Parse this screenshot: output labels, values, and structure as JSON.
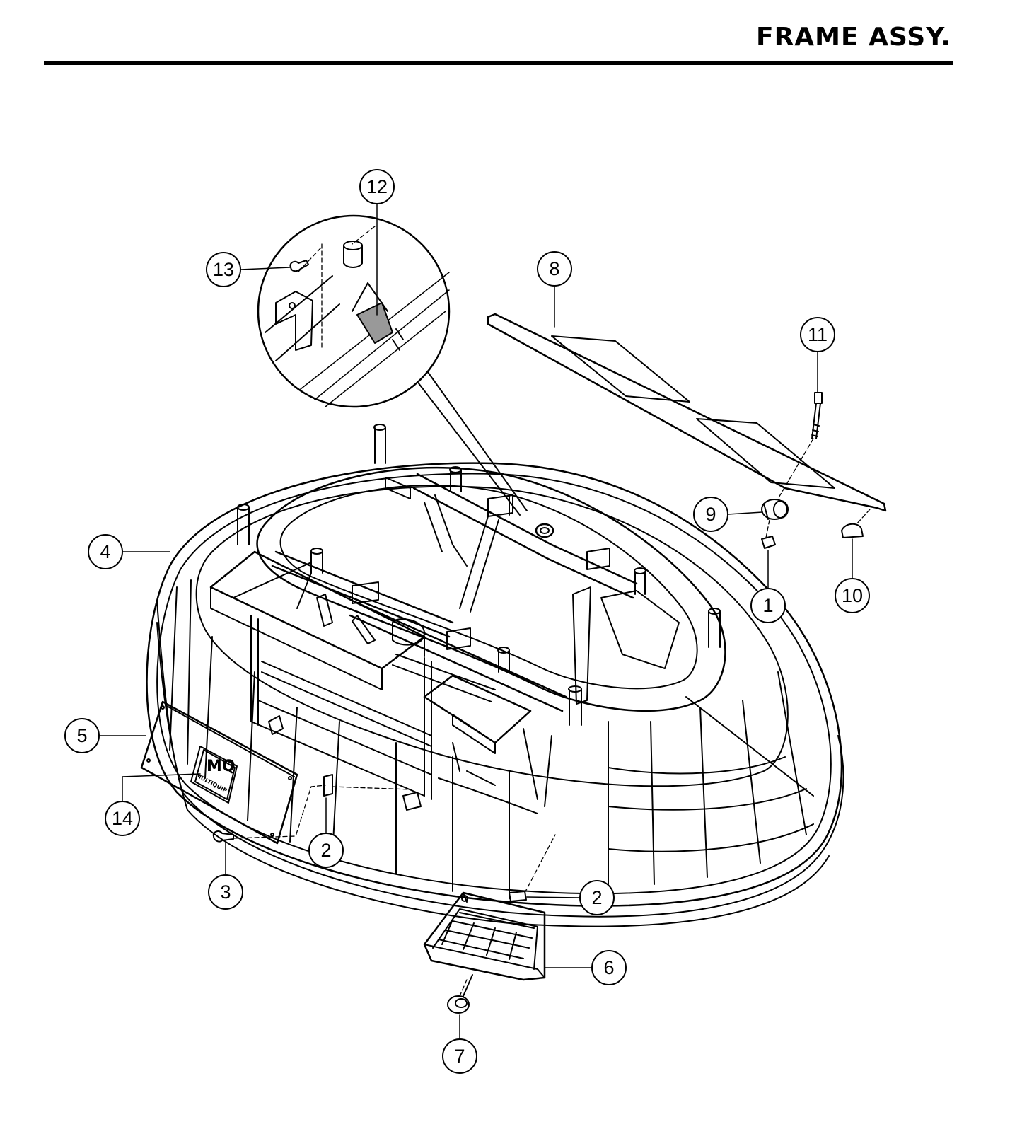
{
  "header": {
    "title": "FRAME ASSY."
  },
  "logo": {
    "text": "MULTIQUIP"
  },
  "callouts": [
    {
      "id": "1",
      "label": "1"
    },
    {
      "id": "2a",
      "label": "2"
    },
    {
      "id": "2b",
      "label": "2"
    },
    {
      "id": "3",
      "label": "3"
    },
    {
      "id": "4",
      "label": "4"
    },
    {
      "id": "5",
      "label": "5"
    },
    {
      "id": "6",
      "label": "6"
    },
    {
      "id": "7",
      "label": "7"
    },
    {
      "id": "8",
      "label": "8"
    },
    {
      "id": "9",
      "label": "9"
    },
    {
      "id": "10",
      "label": "10"
    },
    {
      "id": "11",
      "label": "11"
    },
    {
      "id": "12",
      "label": "12"
    },
    {
      "id": "13",
      "label": "13"
    },
    {
      "id": "14",
      "label": "14"
    }
  ]
}
